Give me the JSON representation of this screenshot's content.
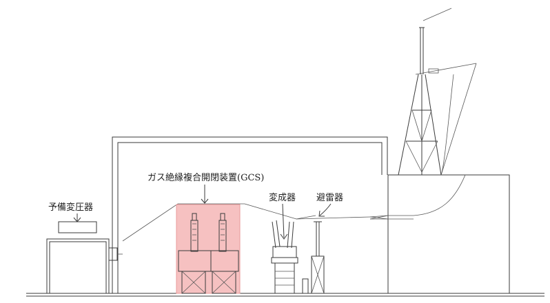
{
  "labels": {
    "spare_transformer": "予備変圧器",
    "gcs": "ガス絶縁複合開閉装置(GCS)",
    "transformer": "変成器",
    "arrester": "避雷器"
  },
  "colors": {
    "highlight": "#f4b6b6",
    "highlight_stroke": "#e89a9a",
    "line": "#3a3a3a"
  }
}
